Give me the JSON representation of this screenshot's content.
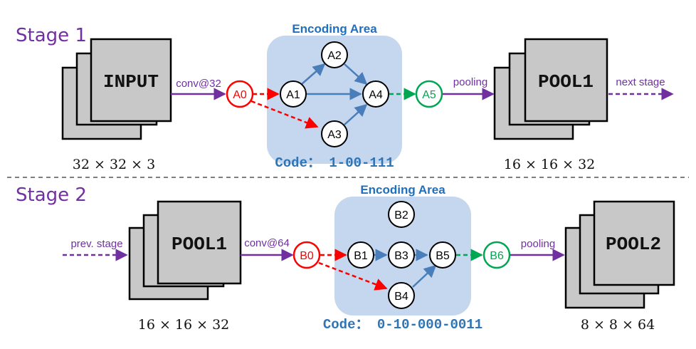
{
  "stage1": {
    "label": "Stage 1",
    "area_title": "Encoding Area",
    "input_label": "INPUT",
    "input_dims": "32 × 32 × 3",
    "conv_label": "conv@32",
    "pooling_label": "pooling",
    "pool_label": "POOL1",
    "pool_dims": "16 × 16 × 32",
    "next_label": "next stage",
    "code": "Code： 1-00-111",
    "nodes": {
      "A0": "A0",
      "A1": "A1",
      "A2": "A2",
      "A3": "A3",
      "A4": "A4",
      "A5": "A5"
    }
  },
  "stage2": {
    "label": "Stage 2",
    "area_title": "Encoding Area",
    "prev_label": "prev. stage",
    "input_label": "POOL1",
    "input_dims": "16 × 16 × 32",
    "conv_label": "conv@64",
    "pooling_label": "pooling",
    "pool_label": "POOL2",
    "pool_dims": "8 × 8 × 64",
    "code": "Code： 0-10-000-0011",
    "nodes": {
      "B0": "B0",
      "B1": "B1",
      "B2": "B2",
      "B3": "B3",
      "B4": "B4",
      "B5": "B5",
      "B6": "B6"
    }
  },
  "colors": {
    "purple": "#7030a0",
    "red": "#ff0000",
    "green": "#00a651",
    "blue_edge": "#4a7ebb",
    "area_fill": "#c5d7ee",
    "box_fill": "#c8c8c8",
    "code_blue": "#2e75b6"
  }
}
